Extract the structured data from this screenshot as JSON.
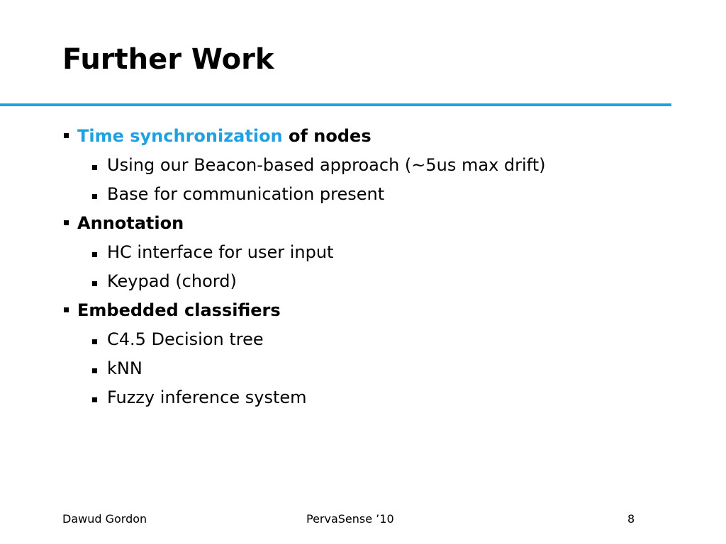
{
  "slide": {
    "title": "Further Work",
    "accent_color": "#1fa0e0",
    "sections": [
      {
        "highlight": "Time synchronization",
        "heading_rest": " of nodes",
        "items": [
          "Using our Beacon-based approach (~5us max drift)",
          "Base for communication present"
        ]
      },
      {
        "highlight": "",
        "heading_rest": "Annotation",
        "items": [
          "HC interface for user input",
          "Keypad (chord)"
        ]
      },
      {
        "highlight": "",
        "heading_rest": "Embedded classifiers",
        "items": [
          "C4.5 Decision tree",
          "kNN",
          "Fuzzy inference system"
        ]
      }
    ]
  },
  "footer": {
    "author": "Dawud Gordon",
    "venue": "PervaSense ’10",
    "page_number": "8"
  }
}
